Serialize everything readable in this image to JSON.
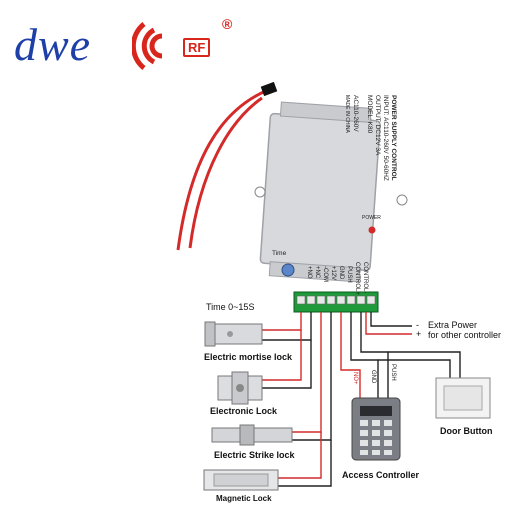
{
  "logo": {
    "brand_text": "dwe",
    "rf_badge": "RF",
    "registered_mark": "®"
  },
  "power_supply": {
    "title": "POWER SUPPLY CONTROL",
    "input": "INPUT: AC110-260V 50-60HZ",
    "output": "OUTPUT: DC12V 3A",
    "model": "MODEL: K80",
    "voltage_label": "AC110-260V",
    "made_in": "MADE IN CHINA",
    "power_led_label": "POWER",
    "time_label": "Time",
    "terminals": [
      "CONTROL-",
      "CONTROL+",
      "PUSH",
      "GND",
      "+12V",
      "-COM",
      "+NC",
      "+NO"
    ]
  },
  "labels": {
    "time_range": "Time   0~15S",
    "extra_power_line1": "Extra Power",
    "extra_power_line2": "for other controller",
    "extra_minus": "-",
    "extra_plus": "+",
    "mortise_lock": "Electric mortise lock",
    "electronic_lock": "Electronic Lock",
    "strike_lock": "Electric Strike lock",
    "magnetic_lock": "Magnetic Lock",
    "access_controller": "Access Controller",
    "door_button": "Door Button",
    "wire_gnd": "GND",
    "wire_push": "PUSH",
    "wire_no": "NO+"
  },
  "colors": {
    "brand_blue": "#1f3fa8",
    "brand_red": "#d9261c",
    "wire_red": "#d42a2a",
    "wire_black": "#222222",
    "terminal_green": "#1f9a3a",
    "box_gray": "#d7d9dc"
  }
}
